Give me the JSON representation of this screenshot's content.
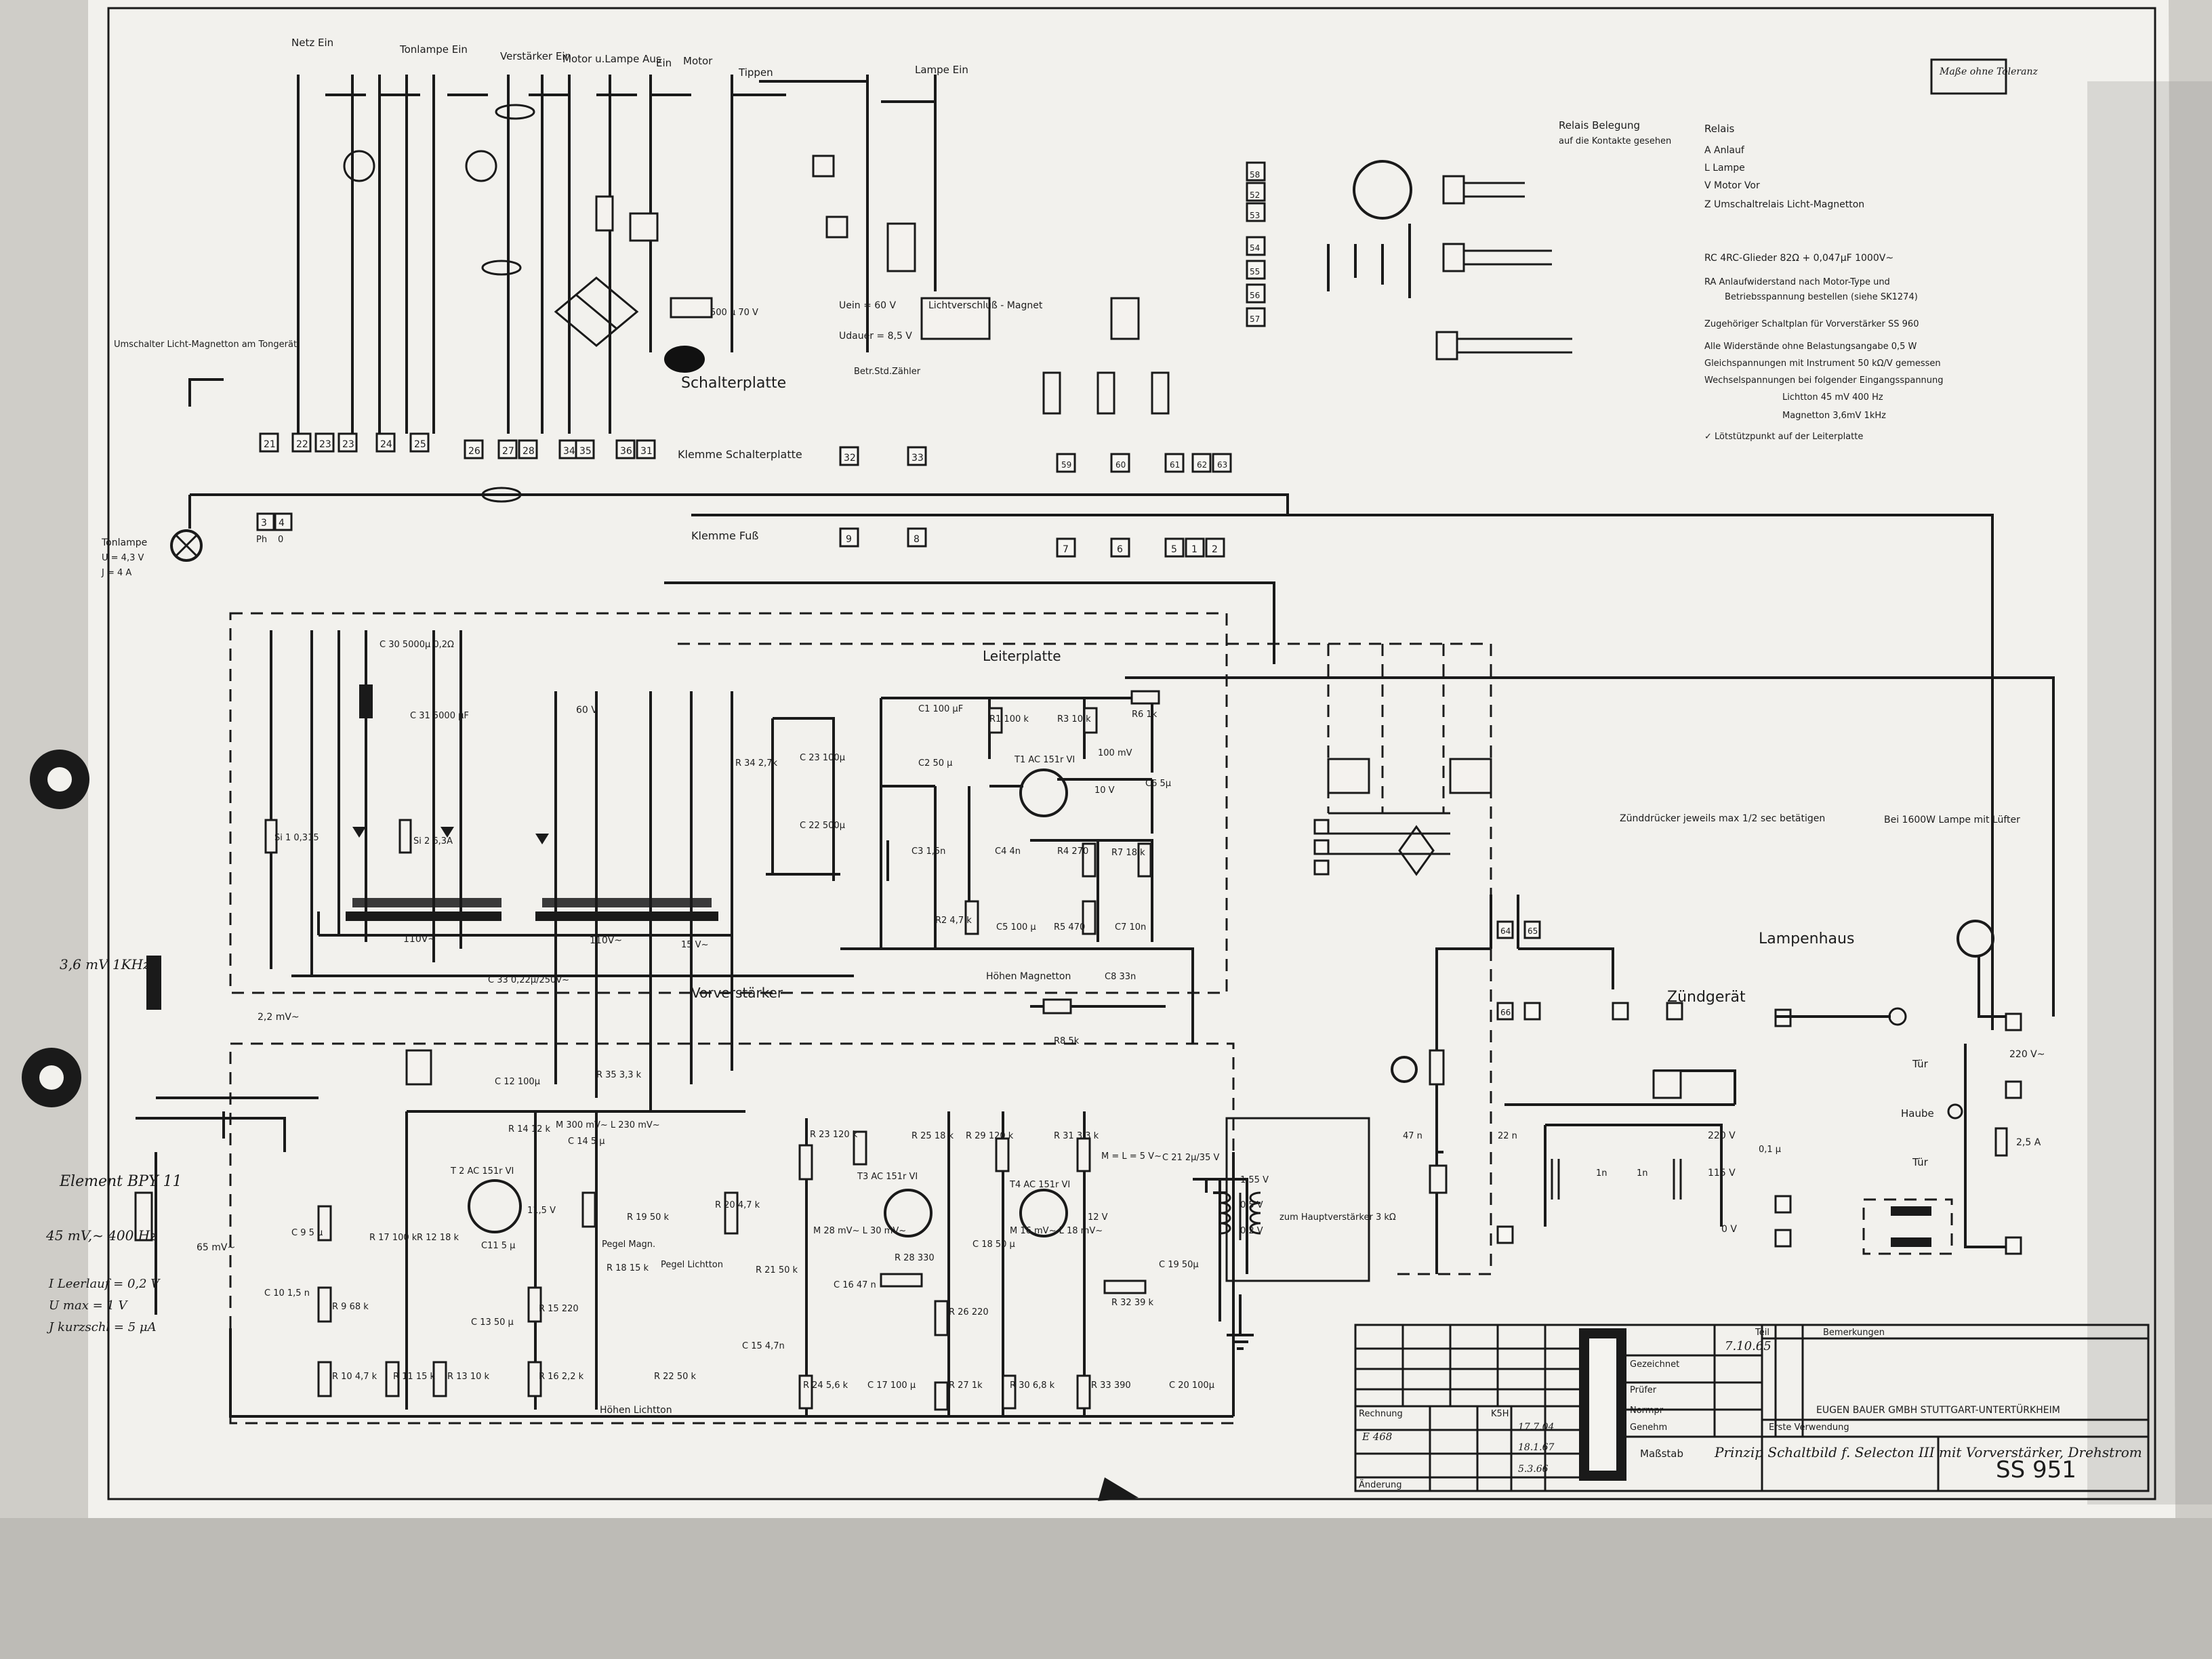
{
  "header": {
    "top_labels": [
      "Netz Ein",
      "Tonlampe Ein",
      "Verstärker Ein",
      "Motor u.Lampe Aus",
      "Ein",
      "Motor",
      "Tippen",
      "Lampe Ein"
    ],
    "masse": "Maße ohne Toleranz"
  },
  "legend": {
    "relais_belegung": "Relais Belegung",
    "relais_belegung_sub": "auf die Kontakte gesehen",
    "relais": "Relais",
    "relais_items": [
      "A  Anlauf",
      "L  Lampe",
      "V  Motor Vor",
      "Z  Umschaltrelais Licht-Magnetton"
    ],
    "notes": [
      "RC  4RC-Glieder 82Ω + 0,047μF  1000V~",
      "RA  Anlaufwiderstand nach Motor-Type und",
      "Betriebsspannung bestellen (siehe SK1274)",
      "Zugehöriger Schaltplan für Vorverstärker  SS 960",
      "Alle Widerstände ohne Belastungsangabe  0,5 W",
      "Gleichspannungen mit Instrument  50 kΩ/V gemessen",
      "Wechselspannungen bei folgender Eingangsspannung",
      "Lichtton 45 mV  400 Hz",
      "Magnetton 3,6mV  1kHz",
      "✓  Lötstützpunkt auf der Leiterplatte"
    ]
  },
  "blocks": {
    "schalterplatte": "Schalterplatte",
    "klemme_schalterplatte": "Klemme Schalterplatte",
    "klemme_fuss": "Klemme Fuß",
    "leiterplatte": "Leiterplatte",
    "vorverstaerker": "Vorverstärker",
    "lampenhaus": "Lampenhaus",
    "zuendgeraet": "Zündgerät",
    "betriebszaehler": "Betr.Std.Zähler",
    "umschalter": "Umschalter Licht-Magnetton am Tongerät",
    "tonlampe": "Tonlampe",
    "tonlampe_u": "U = 4,3 V",
    "tonlampe_j": "J = 4 A",
    "lichtverschluss": "Lichtverschluß - Magnet",
    "u_ein": "Uein = 60 V",
    "u_dauer": "Udauer = 8,5 V",
    "zuenddruecker": "Zünddrücker jeweils max 1/2 sec betätigen",
    "lampe_luefter": "Bei 1600W Lampe mit Lüfter",
    "hoehen_magnetton": "Höhen Magnetton",
    "hoehen_lichtton": "Höhen Lichtton",
    "pegel_lichtton": "Pegel Lichtton",
    "pegel_magn": "Pegel Magn.",
    "hauptverstaerker": "zum Hauptverstärker 3 kΩ",
    "tuer1": "Tür",
    "haube": "Haube",
    "tuer2": "Tür"
  },
  "components": {
    "c1": "C1 100 μF",
    "r1": "R1 100 k",
    "r3": "R3 10 k",
    "r6": "R6 1k",
    "t1": "T1 AC 151r VI",
    "c2": "C2 50 μ",
    "c6": "C6 5μ",
    "c3": "C3 1,5n",
    "c4": "C4 4n",
    "r4": "R4 270",
    "r7": "R7 18 k",
    "r2": "R2 4,7 k",
    "c5": "C5 100 μ",
    "r5": "R5 470",
    "c7": "C7 10n",
    "c8": "C8 33n",
    "r8": "R8 5k",
    "c23": "C 23 100μ",
    "c22": "C 22 500μ",
    "r34": "R 34 2,7k",
    "c30": "C 30 5000μ  0,2Ω",
    "c31": "C 31 5000 μF",
    "c33": "C 33   0,22μ/250V~",
    "si1": "Si 1 0,315",
    "si2": "Si 2 6,3A",
    "r35": "R 35 3,3 k",
    "c12": "C 12 100μ",
    "r14": "R 14 12 k",
    "c14": "C 14 5 μ",
    "t2": "T 2 AC 151r VI",
    "r17": "R 17 100 k",
    "r12": "R 12 18 k",
    "c11": "C11 5 μ",
    "c9": "C 9 5 μ",
    "c10": "C 10 1,5 n",
    "r9": "R 9 68 k",
    "c13": "C 13 50 μ",
    "r15": "R 15 220",
    "r10": "R 10 4,7 k",
    "r11": "R 11 15 k",
    "r13": "R 13 10 k",
    "r16": "R 16 2,2 k",
    "r19": "R 19 50 k",
    "r18": "R 18 15 k",
    "r20": "R 20 4,7 k",
    "r21": "R 21 50 k",
    "r22": "R 22 50 k",
    "c15": "C 15 4,7n",
    "r23": "R 23 120 k",
    "r25": "R 25 18 k",
    "r29": "R 29 120 k",
    "r31": "R 31 3,3 k",
    "t3": "T3 AC 151r VI",
    "t4": "T4 AC 151r VI",
    "c18": "C 18 50 μ",
    "r28": "R 28 330",
    "c16": "C 16 47 n",
    "r26": "R 26 220",
    "r24": "R 24 5,6 k",
    "c17": "C 17 100 μ",
    "r27": "R 27 1k",
    "r30": "R 30 6,8 k",
    "r32": "R 32 39 k",
    "c19": "C 19 50μ",
    "r33": "R 33 390",
    "c20": "C 20 100μ",
    "c21": "C 21 2μ/35 V",
    "c500": "500 μ 70 V"
  },
  "voltages": {
    "m100": "100 mV",
    "v10": "10 V",
    "m300": "M 300 mV~  L 230 mV~",
    "v11_5": "11,5 V",
    "m28": "M 28 mV~  L 30 mV~",
    "m16": "M 16 mV~  L 18 mV~",
    "ml5": "M = L  = 5 V~",
    "v12": "12 V",
    "v155": "1,55 V",
    "v05": "0,5 V",
    "v02": "0,2 V",
    "m22": "2,2 mV~",
    "m65": "65 mV~",
    "v60": "60 V",
    "v110a": "110V~",
    "v110b": "110V~",
    "v15": "15 V~",
    "v220": "220 V",
    "v115": "115 V",
    "v0": "0 V",
    "v220b": "220 V~",
    "a25": "2,5 A",
    "n47": "47 n",
    "n22": "22 n",
    "u01": "0,1 μ",
    "n1a": "1n",
    "n1b": "1n",
    "magnet_in": "3,6 mV  1KHz"
  },
  "annotations": {
    "element": "Element  BPY 11",
    "vals": "45 mV,~  400 Hz",
    "leerlauf": "I Leerlauf = 0,2 V",
    "umax": "U max = 1 V",
    "ikurz": "J kurzschl = 5 μA"
  },
  "title_block": {
    "gezeichnet": "Gezeichnet",
    "geprueft": "Prüfer",
    "normpr": "Normpr",
    "genehm": "Genehm",
    "massstab": "Maßstab",
    "date1": "7.10.65",
    "aenderung": "Änderung",
    "rechnung": "Rechnung",
    "e468": "E 468",
    "k5h": "K5H",
    "d1": "17.7.04",
    "d2": "18.1.67",
    "d3": "5.3.66",
    "title": "Prinzip Schaltbild f. Selecton III mit Vorverstärker, Drehstrom",
    "number": "SS 951",
    "company": "EUGEN BAUER GMBH STUTTGART-UNTERTÜRKHEIM",
    "erste_verwendung": "Erste Verwendung",
    "bemerkungen": "Bemerkungen",
    "teil": "Teil"
  },
  "terminals": [
    "21",
    "22",
    "23",
    "23",
    "24",
    "25",
    "26",
    "27",
    "28",
    "34",
    "35",
    "36",
    "31",
    "32",
    "33",
    "3",
    "4",
    "9",
    "8",
    "7",
    "6",
    "5",
    "1",
    "2",
    "Ph",
    "0",
    "52",
    "53",
    "54",
    "55",
    "56",
    "57",
    "58",
    "59",
    "60",
    "61",
    "62",
    "63",
    "64",
    "65",
    "66"
  ]
}
